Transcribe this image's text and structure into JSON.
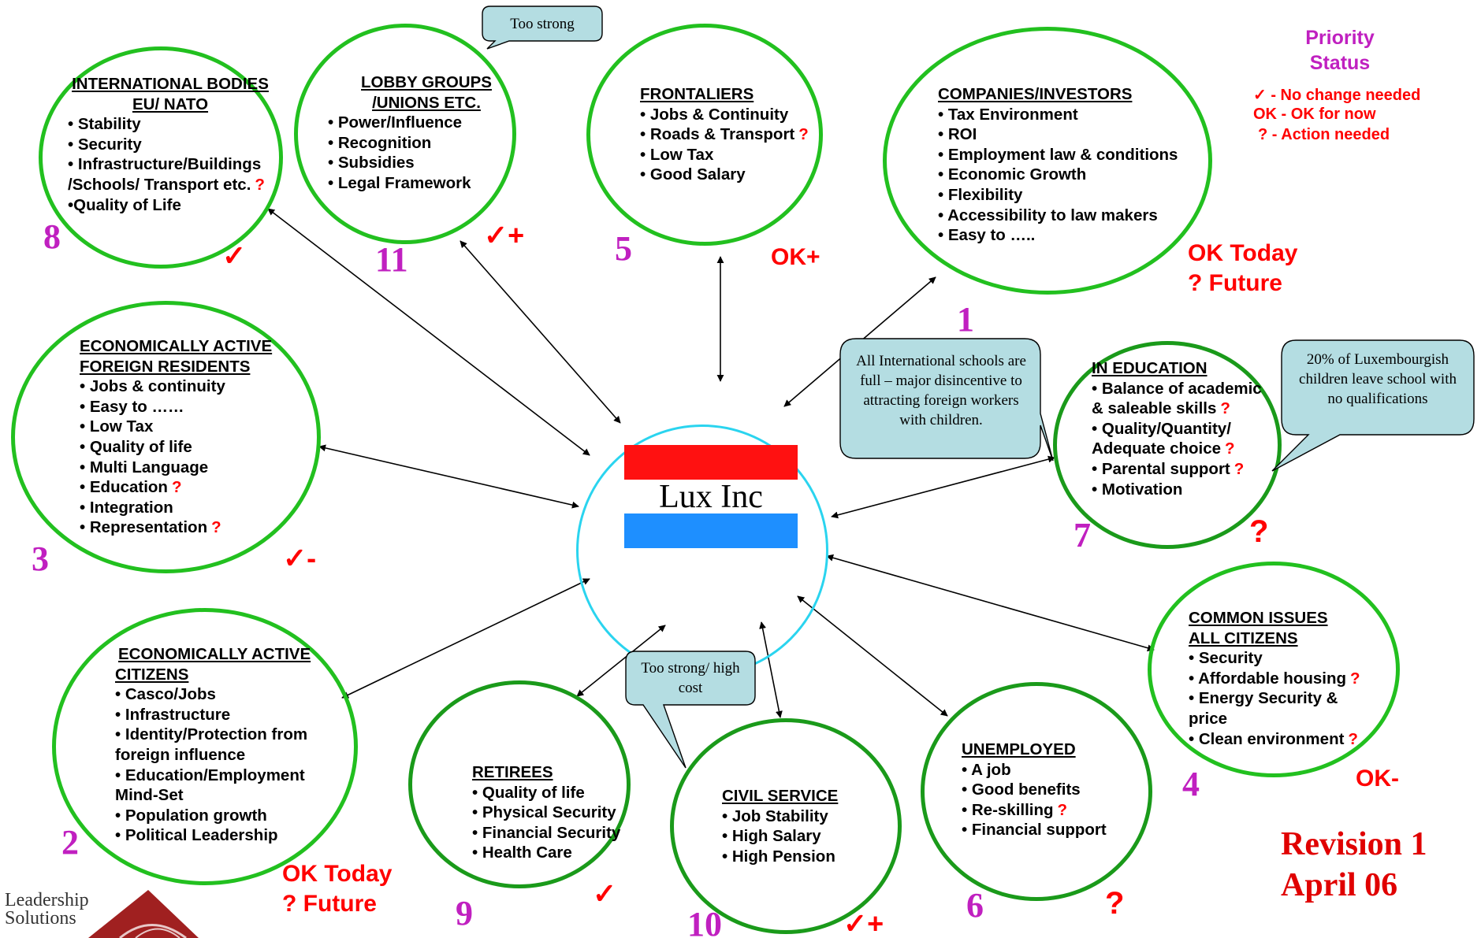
{
  "center": {
    "label": "Lux Inc"
  },
  "legend": {
    "title_line1": "Priority",
    "title_line2": "Status",
    "item1": "✓  -  No change needed",
    "item2": "OK - OK for now",
    "item3": "?  -  Action needed"
  },
  "revision": {
    "line1": "Revision 1",
    "line2": "April 06"
  },
  "logo": {
    "line1": "Leadership",
    "line2": "Solutions"
  },
  "callouts": {
    "lobby": "Too strong",
    "schools": "All International schools are full – major disincentive to attracting foreign workers with children.",
    "luxembourgish": "20% of Luxembourgish children leave school with no qualifications",
    "civil": "Too strong/ high cost"
  },
  "stakeholders": {
    "international": {
      "number": "8",
      "title1": "INTERNATIONAL BODIES",
      "title2": "EU/ NATO",
      "status": "✓",
      "items": [
        "• Stability",
        "• Security",
        "• Infrastructure/Buildings",
        "/Schools/ Transport etc.",
        "•Quality of Life"
      ]
    },
    "lobby": {
      "number": "11",
      "title1": "LOBBY GROUPS",
      "title2": "/UNIONS ETC.",
      "status": "✓+",
      "items": [
        "• Power/Influence",
        "• Recognition",
        "• Subsidies",
        "• Legal Framework"
      ]
    },
    "frontaliers": {
      "number": "5",
      "title1": "FRONTALIERS",
      "status": "OK+",
      "items": [
        "• Jobs & Continuity",
        "• Roads & Transport",
        "• Low Tax",
        "• Good Salary"
      ]
    },
    "companies": {
      "number": "1",
      "title1": "COMPANIES/INVESTORS",
      "status1": "OK Today",
      "status2": "? Future",
      "items": [
        "• Tax Environment",
        "• ROI",
        "• Employment law & conditions",
        "• Economic Growth",
        "• Flexibility",
        "• Accessibility to law makers",
        "• Easy to ….."
      ]
    },
    "foreign": {
      "number": "3",
      "title1": "ECONOMICALLY ACTIVE",
      "title2": "FOREIGN  RESIDENTS",
      "status": "✓-",
      "items": [
        "• Jobs & continuity",
        "• Easy to ……",
        "• Low Tax",
        "• Quality of life",
        "• Multi Language",
        "• Education",
        "• Integration",
        "• Representation"
      ]
    },
    "education": {
      "number": "7",
      "title1": "IN EDUCATION",
      "status": "?",
      "items": [
        "• Balance of academic",
        "& saleable skills",
        "• Quality/Quantity/",
        "Adequate choice",
        "• Parental support",
        "• Motivation"
      ]
    },
    "citizens": {
      "number": "2",
      "title1": "ECONOMICALLY ACTIVE",
      "title2": "CITIZENS",
      "status1": "OK Today",
      "status2": "? Future",
      "items": [
        "• Casco/Jobs",
        "• Infrastructure",
        "• Identity/Protection from",
        "foreign influence",
        "• Education/Employment",
        "Mind-Set",
        "• Population growth",
        "• Political Leadership"
      ]
    },
    "common": {
      "number": "4",
      "title1": "COMMON ISSUES",
      "title2": "ALL CITIZENS",
      "status": "OK-",
      "items": [
        "• Security",
        "• Affordable housing",
        "• Energy Security &",
        "price",
        "• Clean environment"
      ]
    },
    "retirees": {
      "number": "9",
      "title1": "RETIREES",
      "status": "✓",
      "items": [
        "• Quality of life",
        "• Physical Security",
        "• Financial Security",
        "• Health Care"
      ]
    },
    "civil": {
      "number": "10",
      "title1": "CIVIL SERVICE",
      "status": "✓+",
      "items": [
        "• Job Stability",
        "• High Salary",
        "• High Pension"
      ]
    },
    "unemployed": {
      "number": "6",
      "title1": "UNEMPLOYED",
      "status": "?",
      "items": [
        "• A job",
        "• Good benefits",
        "• Re-skilling",
        "• Financial support"
      ]
    }
  },
  "action_marks": {
    "q": "?"
  },
  "colors": {
    "node": "#22c01f",
    "node_dark": "#1a9a1a",
    "center": "#2ad4ef",
    "number": "#c020c0",
    "status": "#ff0000",
    "callout": "#b4dde2",
    "flag_red": "#ff1111",
    "flag_blue": "#1e8fff"
  }
}
